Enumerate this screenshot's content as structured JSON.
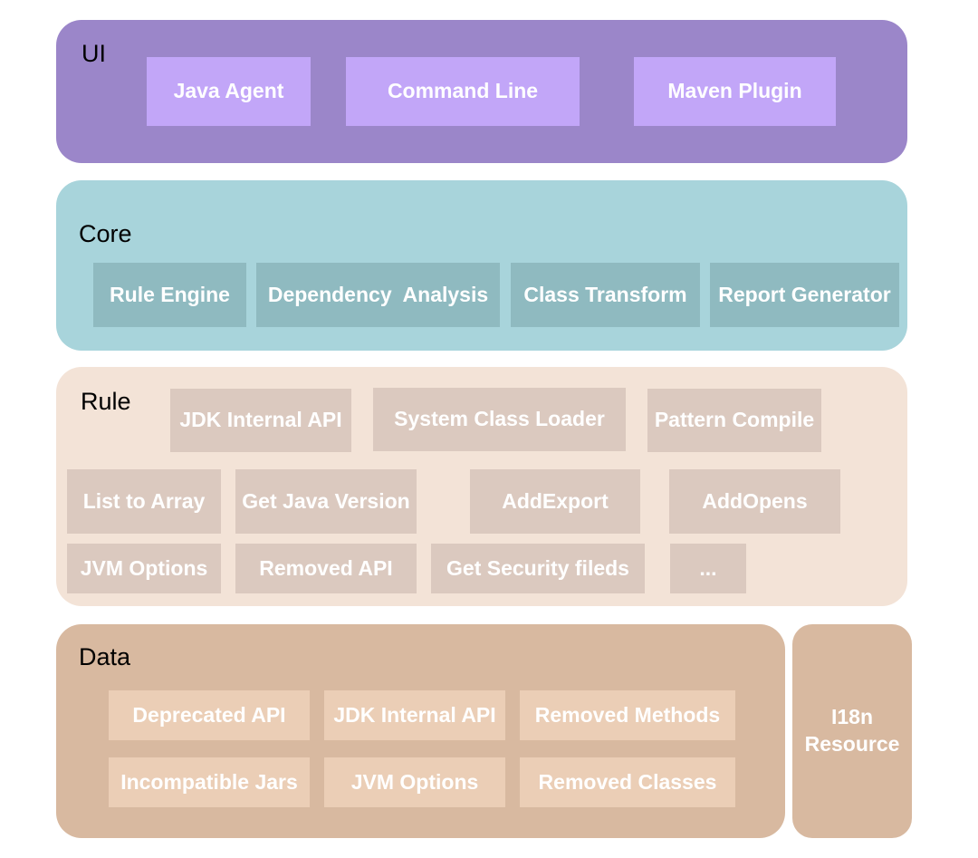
{
  "colors": {
    "ui_layer": "#9b86c9",
    "ui_box": "#c2a6f8",
    "core_layer": "#a8d4db",
    "core_box": "#8fbac0",
    "rule_layer": "#f3e3d7",
    "rule_box": "#dbc9bf",
    "data_layer": "#d8b9a0",
    "data_box": "#ebceb6"
  },
  "ui": {
    "title": "UI",
    "items": [
      "Java Agent",
      "Command Line",
      "Maven Plugin"
    ]
  },
  "core": {
    "title": "Core",
    "items": [
      "Rule Engine",
      "Dependency  Analysis",
      "Class Transform",
      "Report Generator"
    ]
  },
  "rule": {
    "title": "Rule",
    "items": [
      "JDK Internal API",
      "System Class Loader",
      "Pattern Compile",
      "List to Array",
      "Get Java Version",
      "AddExport",
      "AddOpens",
      "JVM Options",
      "Removed API",
      "Get Security fileds",
      "..."
    ]
  },
  "data": {
    "title": "Data",
    "items": [
      "Deprecated API",
      "JDK Internal API",
      "Removed Methods",
      "Incompatible Jars",
      "JVM Options",
      "Removed Classes"
    ]
  },
  "i18n": {
    "label": "I18n\nResource"
  }
}
